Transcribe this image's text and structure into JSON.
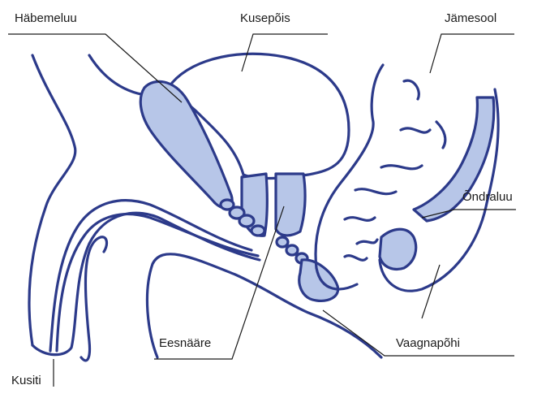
{
  "labels": {
    "habemeluu": "Häbemeluu",
    "kusepois": "Kusepõis",
    "jamesool": "Jämesool",
    "ondraluu": "Õndraluu",
    "eesnaare": "Eesnääre",
    "vaagnapohi": "Vaagnapõhi",
    "kusiti": "Kusiti"
  },
  "colors": {
    "outline": "#2c3a8a",
    "organ_fill": "#b7c6e8",
    "leader_line": "#1a1a1a",
    "background": "#ffffff"
  }
}
